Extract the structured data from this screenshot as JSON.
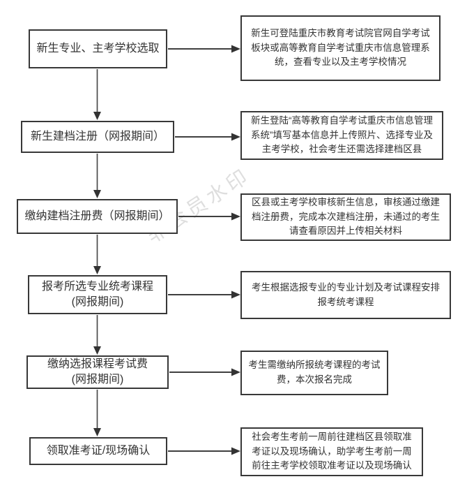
{
  "diagram": {
    "watermark": "非会员水印",
    "colors": {
      "box_border": "#383838",
      "text": "#333333",
      "arrow": "#3f3f3f",
      "watermark": "#dddddd"
    },
    "steps": [
      {
        "box": "新生专业、主考学校选取",
        "desc": "新生可登陆重庆市教育考试院官网自学考试板块或高等教育自学考试重庆市信息管理系统，查看专业以及主考学校情况"
      },
      {
        "box": "新生建档注册（网报期间）",
        "desc": "新生登陆“高等教育自学考试重庆市信息管理系统”填写基本信息并上传照片、选择专业及主考学校，社会考生还需选择建档区县"
      },
      {
        "box": "缴纳建档注册费（网报期间）",
        "desc": "区县或主考学校审核新生信息，审核通过缴建档注册费，完成本次建档注册，未通过的考生请查看原因并上传相关材料"
      },
      {
        "box": "报考所选专业统考课程\n(网报期间)",
        "desc": "考生根据选报专业的专业计划及考试课程安排报考统考课程"
      },
      {
        "box": "缴纳选报课程考试费\n(网报期间)",
        "desc": "考生需缴纳所报统考课程的考试费，本次报名完成"
      },
      {
        "box": "领取准考证/现场确认",
        "desc": "社会考生考前一周前往建档区县领取准考证以及现场确认，助学考生考前一周前往主考学校领取准考证以及现场确认"
      }
    ]
  }
}
